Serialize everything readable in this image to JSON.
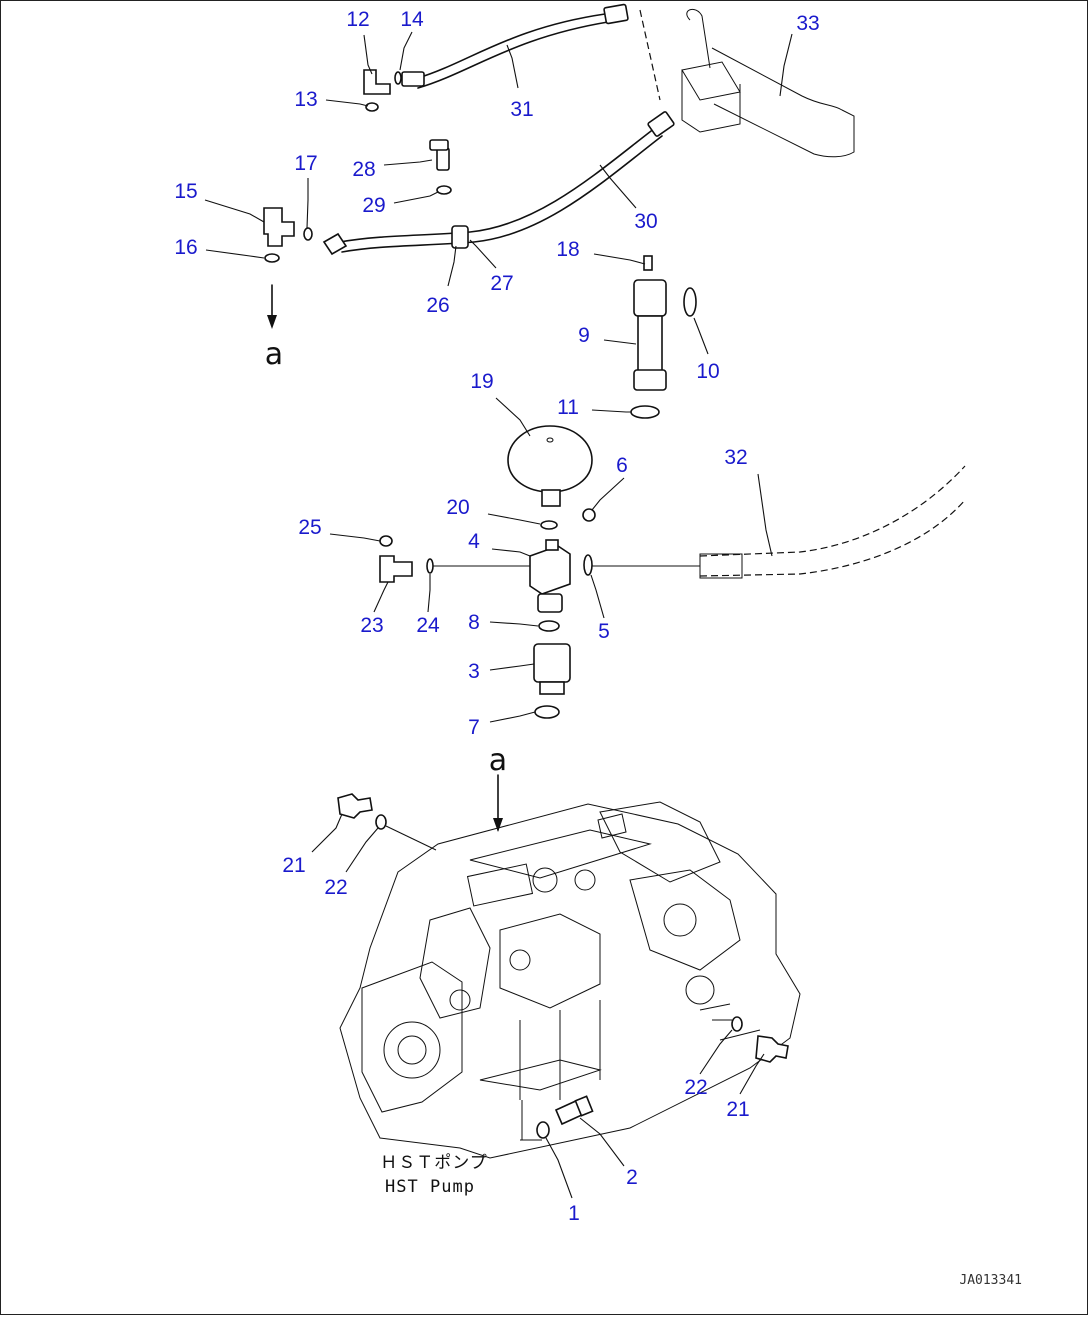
{
  "callouts": {
    "p1": "1",
    "p2": "2",
    "p3": "3",
    "p4": "4",
    "p5": "5",
    "p6": "6",
    "p7": "7",
    "p8": "8",
    "p9": "9",
    "p10": "10",
    "p11": "11",
    "p12": "12",
    "p13": "13",
    "p14": "14",
    "p15": "15",
    "p16": "16",
    "p17": "17",
    "p18": "18",
    "p19": "19",
    "p20": "20",
    "p21a": "21",
    "p21b": "21",
    "p22a": "22",
    "p22b": "22",
    "p23": "23",
    "p24": "24",
    "p25": "25",
    "p26": "26",
    "p27": "27",
    "p28": "28",
    "p29": "29",
    "p30": "30",
    "p31": "31",
    "p32": "32",
    "p33": "33"
  },
  "reference_marks": {
    "a_top": "a",
    "a_pump": "a"
  },
  "pump_caption": {
    "jp": "ＨＳＴポンプ",
    "en": "HST Pump"
  },
  "drawing_number": "JA013341",
  "colors": {
    "callout": "#1a1acc",
    "line": "#111111"
  }
}
